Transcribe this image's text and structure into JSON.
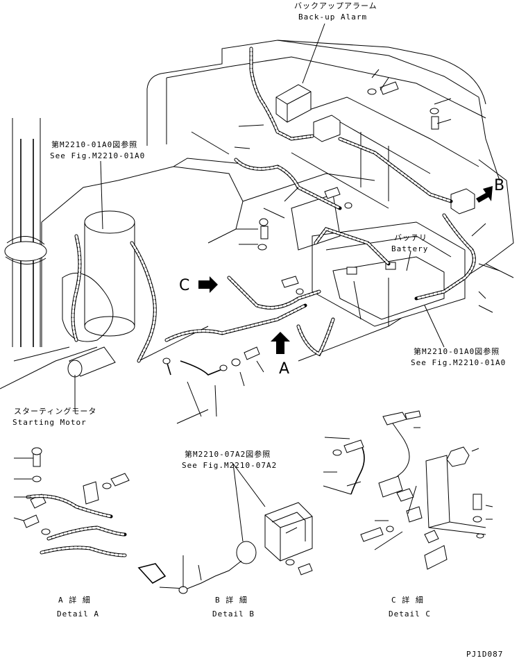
{
  "labels": {
    "backup_alarm_jp": "バックアップアラーム",
    "backup_alarm_en": "Back-up Alarm",
    "ref_top_jp": "第M2210-01A0図参照",
    "ref_top_en": "See Fig.M2210-01A0",
    "battery_jp": "バッテリ",
    "battery_en": "Battery",
    "ref_right_jp": "第M2210-01A0図参照",
    "ref_right_en": "See Fig.M2210-01A0",
    "starting_motor_jp": "スターティングモータ",
    "starting_motor_en": "Starting Motor",
    "ref_detail_b_jp": "第M2210-07A2図参照",
    "ref_detail_b_en": "See Fig.M2210-07A2",
    "arrow_a": "A",
    "arrow_b": "B",
    "arrow_c": "C",
    "detail_a_jp": "A 詳 細",
    "detail_a_en": "Detail A",
    "detail_b_jp": "B 詳 細",
    "detail_b_en": "Detail B",
    "detail_c_jp": "C 詳 細",
    "detail_c_en": "Detail C",
    "drawing_code": "PJ1D087"
  }
}
